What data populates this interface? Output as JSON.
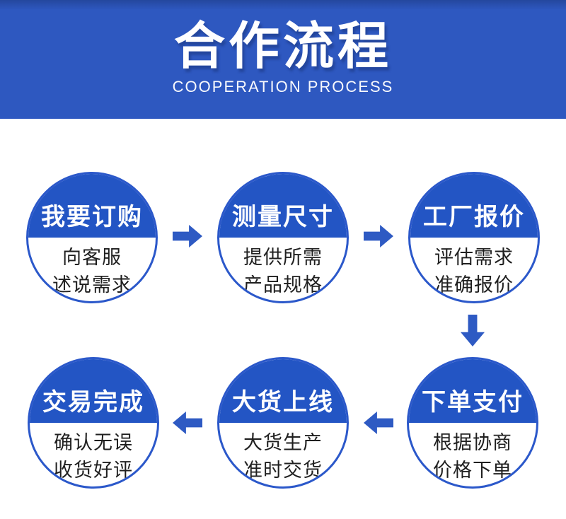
{
  "header": {
    "title": "合作流程",
    "subtitle": "COOPERATION PROCESS"
  },
  "steps": [
    {
      "title": "我要订购",
      "desc_line1": "向客服",
      "desc_line2": "述说需求"
    },
    {
      "title": "测量尺寸",
      "desc_line1": "提供所需",
      "desc_line2": "产品规格"
    },
    {
      "title": "工厂报价",
      "desc_line1": "评估需求",
      "desc_line2": "准确报价"
    },
    {
      "title": "下单支付",
      "desc_line1": "根据协商",
      "desc_line2": "价格下单"
    },
    {
      "title": "大货上线",
      "desc_line1": "大货生产",
      "desc_line2": "准时交货"
    },
    {
      "title": "交易完成",
      "desc_line1": "确认无误",
      "desc_line2": "收货好评"
    }
  ],
  "flow": {
    "row1_direction": "right",
    "row2_direction": "left",
    "row1_to_row2_connector": "down"
  },
  "colors": {
    "accent": "#2e58c0",
    "accent-top": "#24479e",
    "circle-fill": "#2355c4",
    "circle-border": "#2b58ca",
    "arrow": "#2e5ac3",
    "desc-text": "#1f1f1f"
  }
}
